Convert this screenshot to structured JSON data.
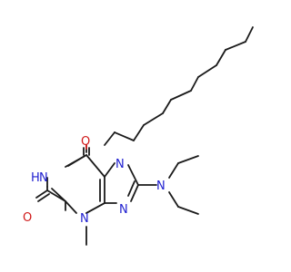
{
  "molecule": {
    "atom_labels": {
      "o_top": "O",
      "o_left": "O",
      "nh": "H",
      "n1": "N",
      "n3": "N",
      "n7": "N",
      "n9": "N",
      "n_amine": "N"
    },
    "colors": {
      "bond": "#1a1a1a",
      "nitrogen": "#2020d0",
      "oxygen": "#d01818",
      "background": "#ffffff"
    }
  }
}
